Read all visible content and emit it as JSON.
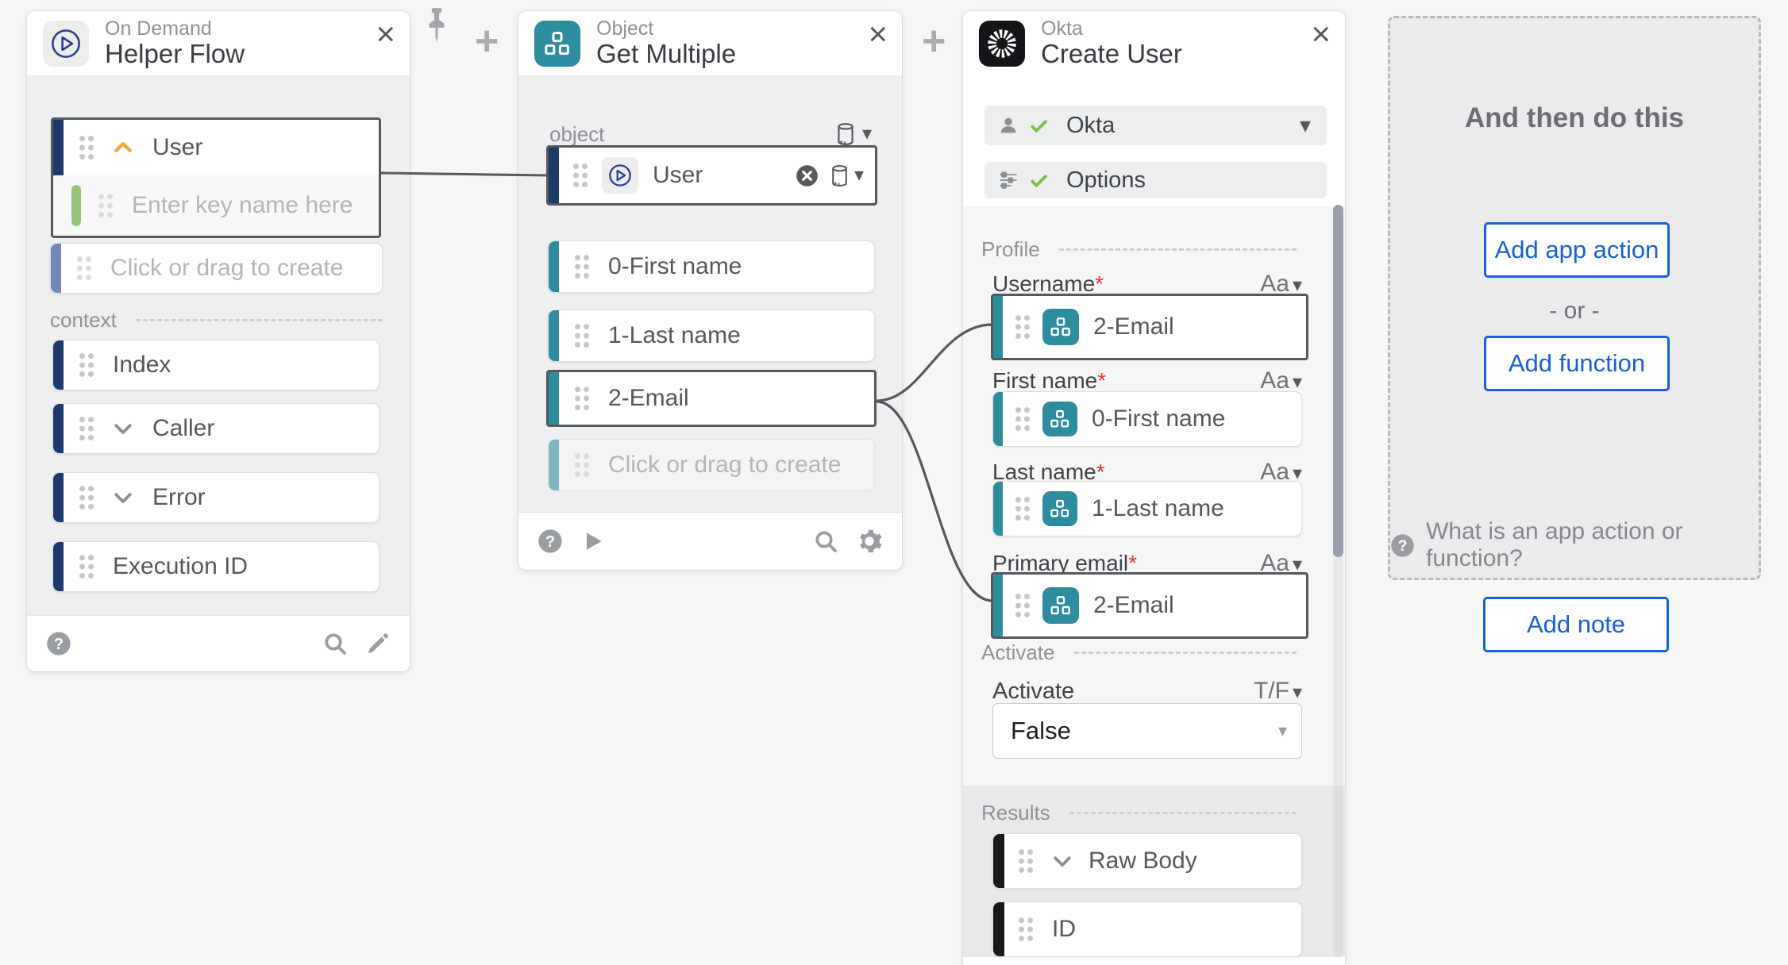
{
  "glyphs": {
    "close": "×",
    "plus": "+",
    "caret_down": "▾",
    "question": "?"
  },
  "helper_card": {
    "app": "On Demand",
    "action": "Helper Flow",
    "user_field": {
      "label": "User"
    },
    "key_placeholder": "Enter key name here",
    "create_placeholder": "Click or drag to create",
    "section": "context",
    "context_fields": [
      {
        "label": "Index"
      },
      {
        "label": "Caller"
      },
      {
        "label": "Error"
      },
      {
        "label": "Execution ID"
      }
    ]
  },
  "object_card": {
    "app": "Object",
    "action": "Get Multiple",
    "object_label": "object",
    "user_field": {
      "label": "User"
    },
    "fields": [
      {
        "label": "0-First name"
      },
      {
        "label": "1-Last name"
      },
      {
        "label": "2-Email"
      }
    ],
    "create_placeholder": "Click or drag to create"
  },
  "okta_card": {
    "app": "Okta",
    "action": "Create User",
    "account_row": {
      "label": "Okta"
    },
    "options_row": {
      "label": "Options"
    },
    "sections": {
      "profile": "Profile",
      "activate": "Activate",
      "results": "Results"
    },
    "profile_fields": [
      {
        "label": "Username",
        "required": "*",
        "type": "Aa",
        "value": "2-Email"
      },
      {
        "label": "First name",
        "required": "*",
        "type": "Aa",
        "value": "0-First name"
      },
      {
        "label": "Last name",
        "required": "*",
        "type": "Aa",
        "value": "1-Last name"
      },
      {
        "label": "Primary email",
        "required": "*",
        "type": "Aa",
        "value": "2-Email"
      }
    ],
    "activate_field": {
      "label": "Activate",
      "type": "T/F",
      "value": "False"
    },
    "result_fields": [
      {
        "label": "Raw Body"
      },
      {
        "label": "ID"
      }
    ]
  },
  "next_panel": {
    "heading": "And then do this",
    "add_app_action": "Add app action",
    "or": "- or -",
    "add_function": "Add function",
    "help": "What is an app action or function?",
    "add_note": "Add note"
  }
}
